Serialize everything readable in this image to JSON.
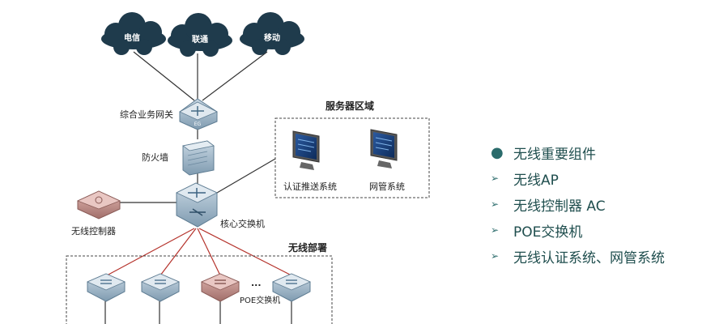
{
  "clouds": [
    {
      "label": "电信"
    },
    {
      "label": "联通"
    },
    {
      "label": "移动"
    }
  ],
  "labels": {
    "gateway": "综合业务网关",
    "gateway_badge": "EG",
    "firewall": "防火墙",
    "controller": "无线控制器",
    "core_switch": "核心交换机",
    "server_area_title": "服务器区域",
    "auth_system": "认证推送系统",
    "nms": "网管系统",
    "wireless_area_title": "无线部署",
    "poe_switch": "POE交换机",
    "ellipsis": "..."
  },
  "bullets": [
    {
      "text": "无线重要组件",
      "level": 1
    },
    {
      "text": "无线AP",
      "level": 2
    },
    {
      "text": "无线控制器 AC",
      "level": 2
    },
    {
      "text": "POE交换机",
      "level": 2
    },
    {
      "text": "无线认证系统、网管系统",
      "level": 2
    }
  ],
  "colors": {
    "cloud": "#1f3b4c",
    "device_blue": "#8fa9bd",
    "device_red": "#b98a86",
    "poe_line": "#b5332c",
    "line": "#333333",
    "bullet_text": "#1f4e4e"
  }
}
